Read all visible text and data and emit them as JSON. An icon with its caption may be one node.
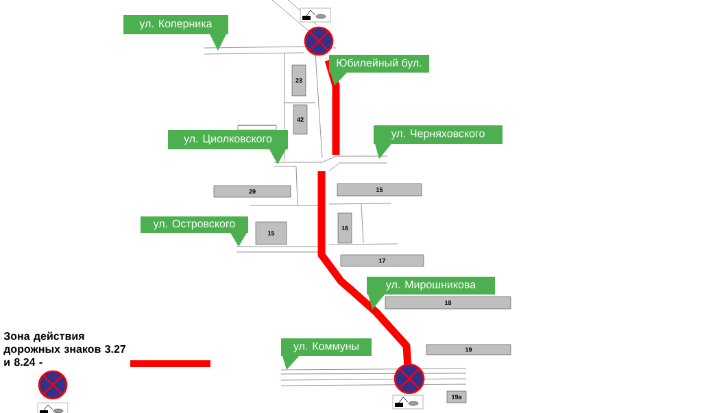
{
  "diagram": {
    "labels": [
      "ул. Коперника",
      "Юбилейный бул.",
      "23",
      "42",
      "ул. Циолковского",
      "ул. Черняховского",
      "29",
      "15",
      "ул. Островского",
      "15",
      "16",
      "17",
      "ул. Мирошникова",
      "18",
      "ул. Коммуны",
      "19",
      "19а"
    ],
    "legend": [
      {
        "text": "Зона действия дорожных знаков 3.27 и 8.24 -"
      }
    ]
  }
}
